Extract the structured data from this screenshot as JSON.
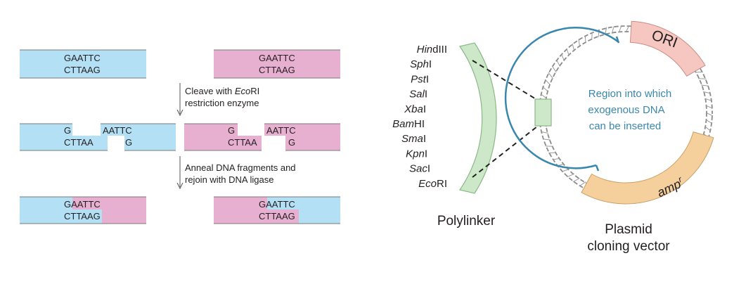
{
  "ligation": {
    "site_top": "GAATTC",
    "site_bottom": "CTTAAG",
    "step1": {
      "line1_a": "Cleave with ",
      "line1_italic": "Eco",
      "line1_b": "RI",
      "line2": "restriction enzyme"
    },
    "step2": {
      "line1": "Anneal DNA fragments and",
      "line2": "rejoin with DNA ligase"
    },
    "cut": {
      "g": "G",
      "aattc": "AATTC",
      "cttaa": "CTTAA"
    },
    "joined": {
      "top_a": "G",
      "top_b": "AATTC",
      "bot_a": "CTTAA",
      "bot_b": "G",
      "bot_c": "CTTA",
      "bot_d": "AG"
    },
    "colors": {
      "blue": "#b3e0f5",
      "pink": "#e8b0d0",
      "line": "#7a7a7a"
    }
  },
  "plasmid": {
    "polylinker_label": "Polylinker",
    "enzymes": [
      {
        "italic": "Hin",
        "rest": "dIII"
      },
      {
        "italic": "Sph",
        "rest": "I"
      },
      {
        "italic": "Pst",
        "rest": "I"
      },
      {
        "italic": "Sal",
        "rest": "I"
      },
      {
        "italic": "Xba",
        "rest": "I"
      },
      {
        "italic": "Bam",
        "rest": "HI"
      },
      {
        "italic": "Sma",
        "rest": "I"
      },
      {
        "italic": "Kpn",
        "rest": "I"
      },
      {
        "italic": "Sac",
        "rest": "I"
      },
      {
        "italic": "Eco",
        "rest": "RI"
      }
    ],
    "ori_label": "ORI",
    "amp_label": "amp",
    "amp_sup": "r",
    "region_text": [
      "Region into which",
      "exogenous DNA",
      "can  be inserted"
    ],
    "vector_label": [
      "Plasmid",
      "cloning vector"
    ],
    "colors": {
      "green_fill": "#cde8c9",
      "green_stroke": "#8bb88a",
      "ori_fill": "#f6c7c0",
      "amp_fill": "#f5cf9c",
      "region_arc": "#3a87ad"
    }
  }
}
